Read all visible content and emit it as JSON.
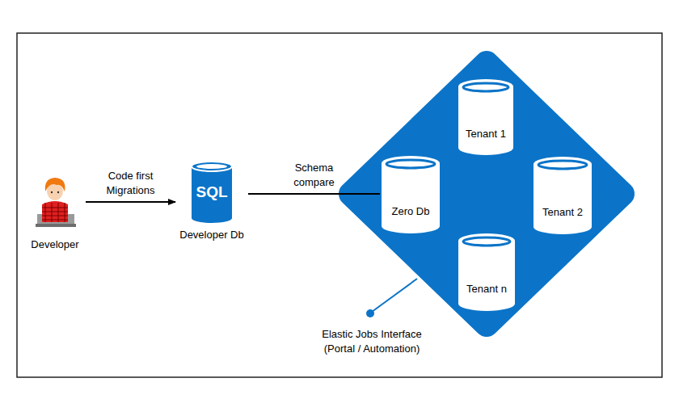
{
  "diagram": {
    "nodes": [
      {
        "text": [
          "Developer"
        ]
      },
      {
        "text": [
          "SQL",
          "Developer Db"
        ]
      },
      {
        "text": [
          "Elastic Jobs Interface (Portal / Automation)"
        ]
      },
      {
        "text": [
          "Tenant 1"
        ],
        "in": 2
      },
      {
        "text": [
          "Zero Db"
        ],
        "in": 2
      },
      {
        "text": [
          "Tenant 2"
        ],
        "in": 2
      },
      {
        "text": [
          "Tenant n"
        ],
        "in": 2
      }
    ],
    "edges": [
      {
        "from": 0,
        "to": 1,
        "arrow": "to",
        "label": "Code first Migrations"
      },
      {
        "from": 1,
        "to": 4,
        "arrow": "none",
        "label": "Schema compare"
      }
    ]
  }
}
